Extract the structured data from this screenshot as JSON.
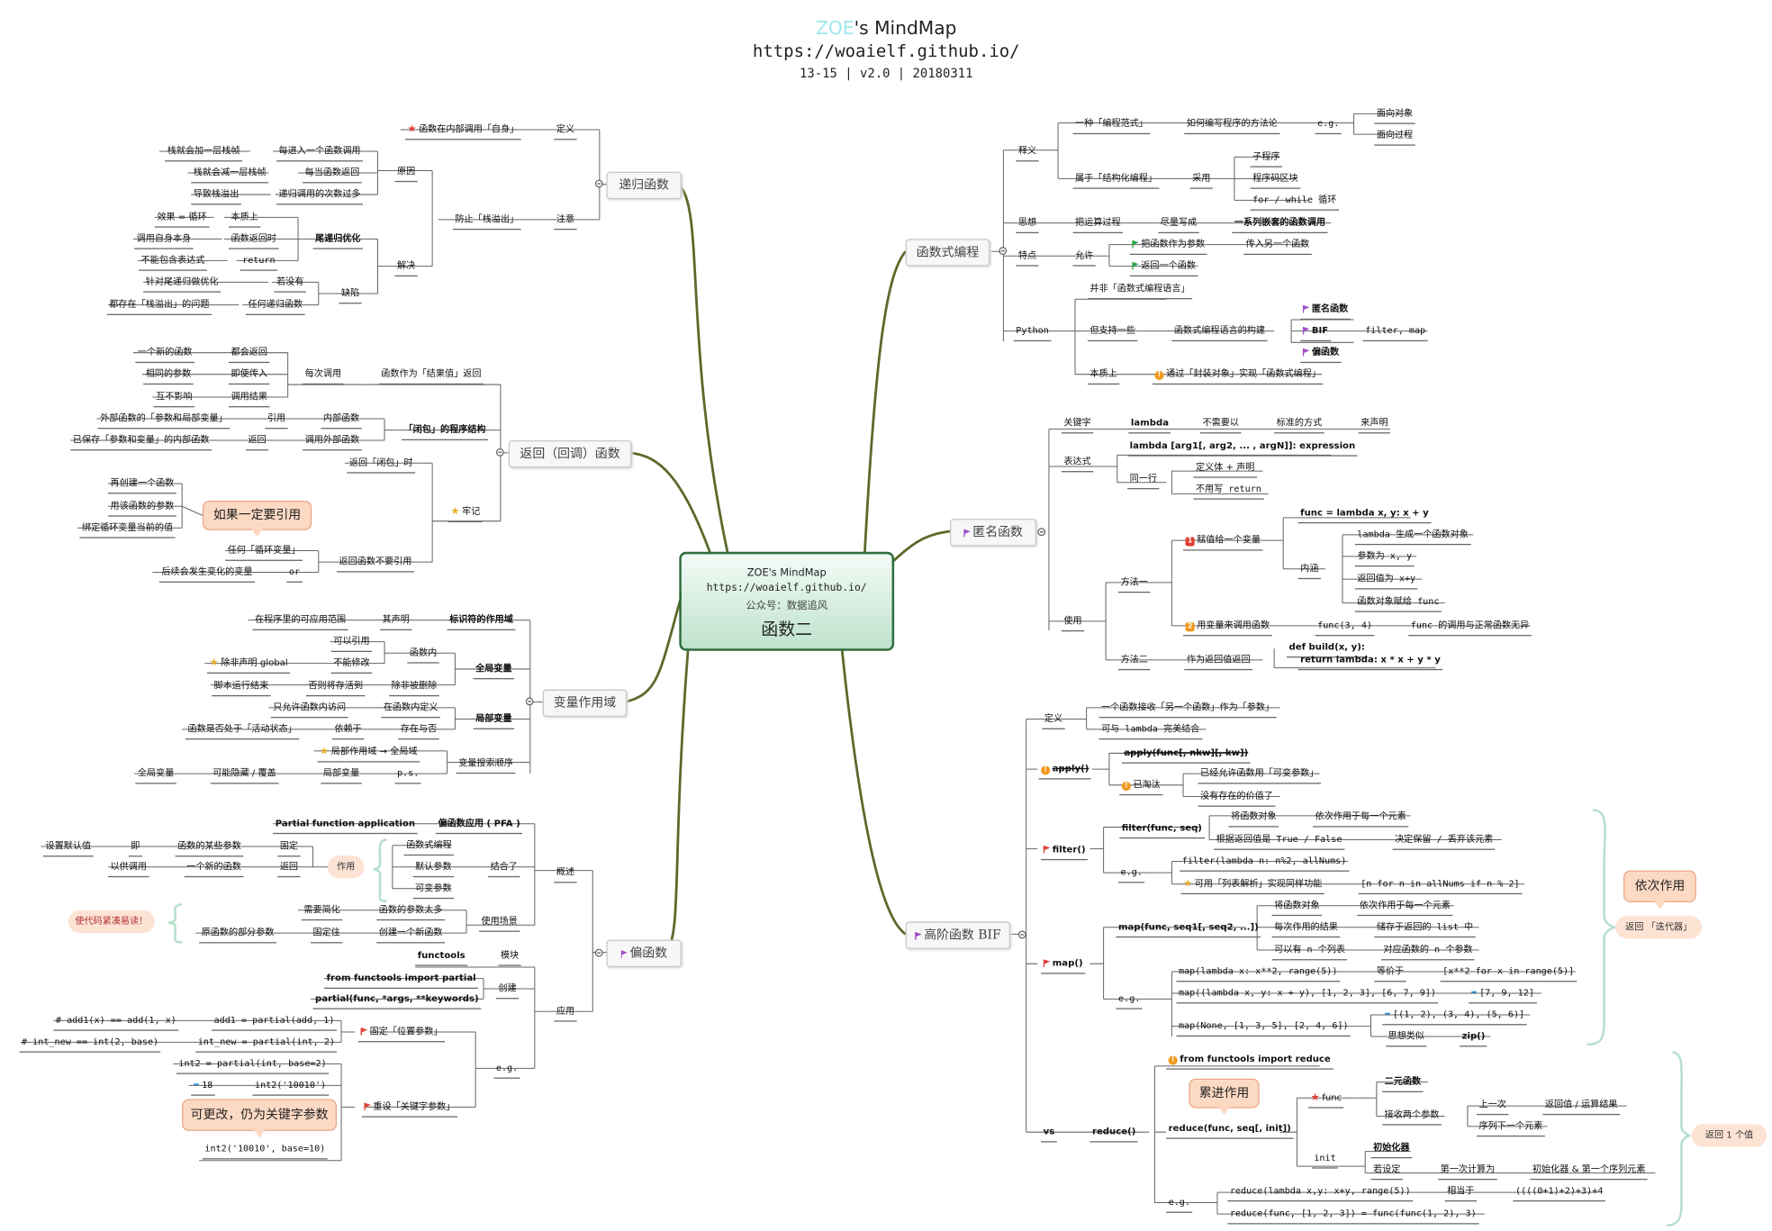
{
  "header": {
    "title_a": "ZOE",
    "title_b": "'s MindMap",
    "url": "https://woaielf.github.io/",
    "meta": "13-15 | v2.0 | 20180311"
  },
  "center": {
    "title": "ZOE's MindMap",
    "url": "https://woaielf.github.io/",
    "wechat": "公众号：数据追风",
    "name": "函数二"
  },
  "topics": {
    "recursion": "递归函数",
    "return_fn": "返回（回调）函数",
    "scope": "变量作用域",
    "partial": "偏函数",
    "functional": "函数式编程",
    "anonymous": "匿名函数",
    "higher_order": "高阶函数 BIF"
  },
  "recursion": {
    "define": "定义",
    "define_v": "函数在内部调用「自身」",
    "note": "注意",
    "prevent": "防止「栈溢出」",
    "reason": "原因",
    "r1a": "每进入一个函数调用",
    "r1b": "栈就会加一层栈帧",
    "r2a": "每当函数返回",
    "r2b": "栈就会减一层栈帧",
    "r3a": "递归调用的次数过多",
    "r3b": "导致栈溢出",
    "solve": "解决",
    "tail": "尾递归优化",
    "s1a": "本质上",
    "s1b": "效果 = 循环",
    "s2a": "函数返回时",
    "s2b": "调用自身本身",
    "s3a": "return",
    "s3b": "不能包含表达式",
    "defect": "缺陷",
    "d1a": "若没有",
    "d1b": "针对尾递归做优化",
    "d2a": "任何递归函数",
    "d2b": "都存在「栈溢出」的问题"
  },
  "return_fn": {
    "every": "每次调用",
    "as_result": "函数作为「结果值」返回",
    "e1a": "都会返回",
    "e1b": "一个新的函数",
    "e2a": "即使传入",
    "e2b": "相同的参数",
    "e3a": "调用结果",
    "e3b": "互不影响",
    "closure": "「闭包」的程序结构",
    "c1a": "内部函数",
    "c1b": "引用",
    "c1c": "外部函数的「参数和局部变量」",
    "c2a": "调用外部函数",
    "c2b": "返回",
    "c2c": "已保存「参数和变量」的内部函数",
    "c3": "返回「闭包」时",
    "remember": "牢记",
    "no_ref": "返回函数不要引用",
    "any_loop": "任何「循环变量」",
    "or": "or",
    "later": "后续会发生变化的变量",
    "callout": "如果一定要引用",
    "k1": "再创建一个函数",
    "k2": "用该函数的参数",
    "k3": "绑定循环变量当前的值"
  },
  "scope": {
    "identifier": "标识符的作用域",
    "id_a": "其声明",
    "id_b": "在程序里的可应用范围",
    "global": "全局变量",
    "in_func": "函数内",
    "can_ref": "可以引用",
    "cannot": "不能修改",
    "declare": "除非声明 global",
    "run_end": "脚本运行结束",
    "otherwise": "否则将存活到",
    "until": "除非被删除",
    "local": "局部变量",
    "in_def": "在函数内定义",
    "only": "只允许函数内访问",
    "depends": "依赖于",
    "exists": "存在与否",
    "active": "函数是否处于「活动状态」",
    "order": "变量搜索顺序",
    "local_global": "局部作用域 → 全局域",
    "ps": "p.s.",
    "local_var": "局部变量",
    "may_hide": "可能隐藏 / 覆盖",
    "global_var": "全局变量"
  },
  "partial": {
    "overview": "概述",
    "pfa": "偏函数应用 ( PFA )",
    "pfa_en": "Partial function application",
    "combine": "结合了",
    "fe": "函数式编程",
    "default": "默认参数",
    "var": "可变参数",
    "role": "作用",
    "fix": "固定",
    "some": "函数的某些参数",
    "that_is": "即",
    "set_default": "设置默认值",
    "returns": "返回",
    "new_fn": "一个新的函数",
    "for_call": "以供调用",
    "scene": "使用场景",
    "too_many": "函数的参数太多",
    "need_simp": "需要简化",
    "create_new": "创建一个新函数",
    "fix2": "固定住",
    "orig_part": "原函数的部分参数",
    "concise": "使代码紧凑易读！",
    "app": "应用",
    "module": "模块",
    "functools": "functools",
    "create": "创建",
    "import": "from functools import partial",
    "sig": "partial(func, *args, **keywords)",
    "eg": "e.g.",
    "fix_pos": "固定「位置参数」",
    "a1": "add1 = partial(add, 1)",
    "a1c": "# add1(x) == add(1, x)",
    "a2": "int_new = partial(int, 2)",
    "a2c": "# int_new == int(2, base)",
    "reset_kw": "重设「关键字参数」",
    "i1": "int2 = partial(int, base=2)",
    "i2": "int2('10010')",
    "i2r": "18",
    "changeable": "可更改，仍为关键字参数",
    "i3": "int2('10010', base=10)"
  },
  "functional": {
    "explain": "释义",
    "paradigm": "一种「编程范式」",
    "how": "如何编写程序的方法论",
    "eg": "e.g.",
    "oo": "面向对象",
    "op": "面向过程",
    "belongs": "属于「结构化编程」",
    "use": "采用",
    "sub": "子程序",
    "block": "程序码区块",
    "loop": "for / while 循环",
    "idea": "思想",
    "break": "把运算过程",
    "write": "尽量写成",
    "nested": "一系列嵌套的函数调用",
    "feature": "特点",
    "allow": "允许",
    "as_param": "把函数作为参数",
    "pass": "传入另一个函数",
    "ret_fn": "返回一个函数",
    "python": "Python",
    "not_pure": "并非「函数式编程语言」",
    "support": "但支持一些",
    "constructs": "函数式编程语言的构建",
    "anon": "匿名函数",
    "bif": "BIF",
    "fm": "filter, map",
    "partial": "偏函数",
    "essence": "本质上",
    "encap": "通过「封装对象」实现「函数式编程」"
  },
  "anonymous": {
    "keyword": "关键字",
    "lambda": "lambda",
    "no_need": "不需要以",
    "std": "标准的方式",
    "declare": "来声明",
    "expr": "表达式",
    "syntax": "lambda [arg1[, arg2, ... , argN]]: expression",
    "same_line": "同一行",
    "define_decl": "定义体 + 声明",
    "no_return": "不用写 return",
    "usage": "使用",
    "m1": "方法一",
    "assign": "赋值给一个变量",
    "ex1": "func = lambda x, y: x + y",
    "connot": "内涵",
    "c1": "lambda 生成一个函数对象",
    "c2": "参数为 x, y",
    "c3": "返回值为 x+y",
    "c4": "函数对象赋给 func",
    "call": "用变量来调用函数",
    "call_ex": "func(3, 4)",
    "same_as": "func 的调用与正常函数无异",
    "m2": "方法二",
    "as_ret": "作为返回值返回",
    "def1": "def build(x, y):",
    "def2": "return lambda: x * x + y * y"
  },
  "higher_order": {
    "define": "定义",
    "d1": "一个函数接收「另一个函数」作为「参数」",
    "d2": "可与 lambda 完美结合",
    "apply": "apply()",
    "apply_sig": "apply(func[, nkw][, kw])",
    "deprecated": "已淘汰",
    "dep1": "已经允许函数用「可变参数」",
    "dep2": "没有存在的价值了",
    "filter": "filter()",
    "filter_sig": "filter(func, seq)",
    "f1a": "将函数对象",
    "f1b": "依次作用于每一个元素",
    "f2a": "根据返回值是 True / False",
    "f2b": "决定保留 / 丢弃该元素",
    "eg": "e.g.",
    "f_ex": "filter(lambda n: n%2, allNums)",
    "lc": "可用「列表解析」实现同样功能",
    "lc_ex": "[n for n in allNums if n % 2]",
    "map": "map()",
    "map_sig": "map(func, seq1[, seq2, ...])",
    "m1a": "将函数对象",
    "m1b": "依次作用于每一个元素",
    "m2a": "每次作用的结果",
    "m2b": "储存于返回的 list 中",
    "m3a": "可以有 n 个列表",
    "m3b": "对应函数的 n 个参数",
    "mx1": "map(lambda x: x**2, range(5))",
    "eq": "等价于",
    "mx1r": "[x**2 for x in range(5)]",
    "mx2": "map((lambda x, y: x + y), [1, 2, 3], [6, 7, 9])",
    "mx2r": "[7, 9, 12]",
    "mx3": "map(None, [1, 3, 5], [2, 4, 6])",
    "mx3r": "[(1, 2), (3, 4), (5, 6)]",
    "zip_like": "思想类似",
    "zip": "zip()",
    "iter_role": "依次作用",
    "ret_iter": "返回 「迭代器」",
    "vs": "vs",
    "reduce": "reduce()",
    "reduce_import": "from functools import reduce",
    "reduce_sig": "reduce(func, seq[, init])",
    "accum": "累进作用",
    "func": "func",
    "binary": "二元函数",
    "take_two": "接收两个参数",
    "prev": "上一次",
    "ret_val": "返回值 / 运算结果",
    "next_el": "序列下一个元素",
    "init": "init",
    "initializer": "初始化器",
    "if_set": "若设定",
    "first_calc": "第一次计算为",
    "init_first": "初始化器 & 第一个序列元素",
    "rx1": "reduce(lambda x,y: x+y, range(5))",
    "equiv": "相当于",
    "rx1r": "((((0+1)+2)+3)+4",
    "rx2": "reduce(func, [1, 2, 3]) = func(func(1, 2), 3)",
    "ret_one": "返回 1 个值"
  }
}
